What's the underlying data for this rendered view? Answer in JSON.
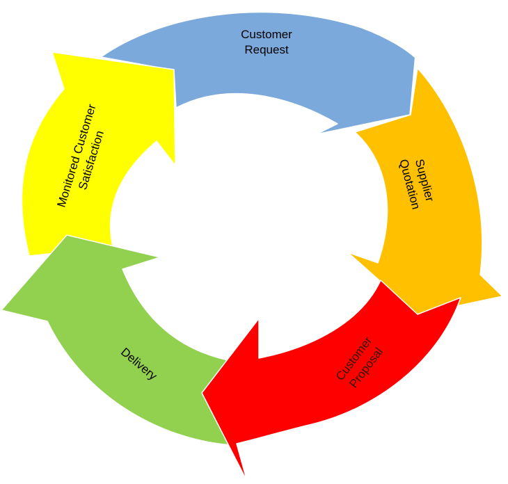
{
  "diagram": {
    "steps": [
      {
        "id": "customer-request",
        "lines": [
          "Customer",
          "Request"
        ],
        "color": "#7ba9dc",
        "text_color": "#000000"
      },
      {
        "id": "supplier-quotation",
        "lines": [
          "Supplier",
          "Quotation"
        ],
        "color": "#ffc000",
        "text_color": "#000000"
      },
      {
        "id": "customer-proposal",
        "lines": [
          "Customer",
          "Proposal"
        ],
        "color": "#ff0000",
        "text_color": "#2a1a00"
      },
      {
        "id": "delivery",
        "lines": [
          "Delivery"
        ],
        "color": "#92d050",
        "text_color": "#000000"
      },
      {
        "id": "monitored-customer-satisfaction",
        "lines": [
          "Monitored Customer",
          "Satisfaction"
        ],
        "color": "#ffff00",
        "text_color": "#000000"
      }
    ]
  }
}
